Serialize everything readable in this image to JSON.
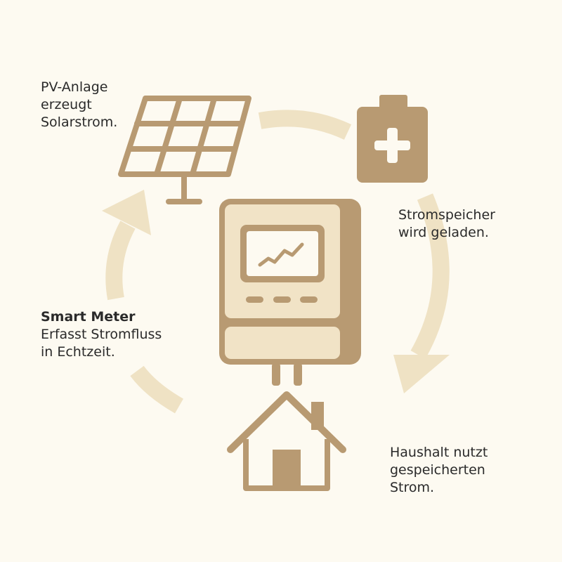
{
  "labels": {
    "pv": [
      "PV-Anlage",
      "erzeugt",
      "Solarstrom."
    ],
    "storage": [
      "Stromspeicher",
      "wird geladen."
    ],
    "meter_title": "Smart Meter",
    "meter": [
      "Erfasst Stromfluss",
      "in Echtzeit."
    ],
    "house": [
      "Haushalt nutzt",
      "gespeicherten",
      "Strom."
    ]
  },
  "icons": [
    "solar-panel-icon",
    "battery-icon",
    "smart-meter-icon",
    "house-icon",
    "cycle-arrow-icon"
  ],
  "colors": {
    "background": "#fdfaf1",
    "icon": "#b89a72",
    "arrow": "#efe2c4",
    "meter_fill": "#f1e3c6"
  }
}
